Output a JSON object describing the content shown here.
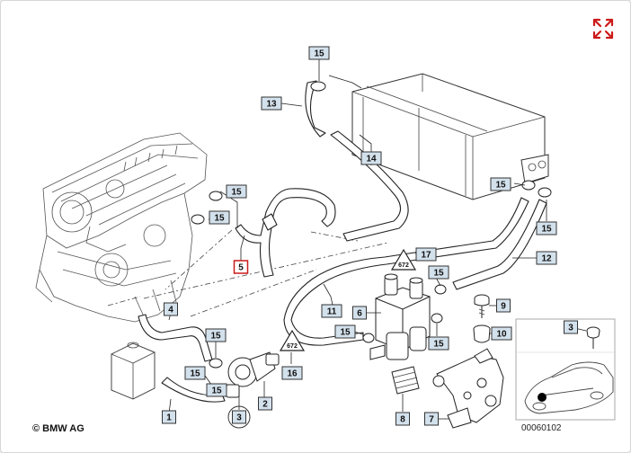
{
  "copyright": "© BMW AG",
  "image_number": "00060102",
  "expand_icon": "expand-icon",
  "accent_color": "#cc1a1a",
  "tag_color": "#d3e1ec",
  "callouts": [
    {
      "id": "c15a",
      "text": "15"
    },
    {
      "id": "c13",
      "text": "13"
    },
    {
      "id": "c14",
      "text": "14"
    },
    {
      "id": "c15b",
      "text": "15"
    },
    {
      "id": "c15c",
      "text": "15"
    },
    {
      "id": "c15d",
      "text": "15"
    },
    {
      "id": "c15e",
      "text": "15"
    },
    {
      "id": "c5",
      "text": "5",
      "selected": true
    },
    {
      "id": "c17",
      "text": "17"
    },
    {
      "id": "c12",
      "text": "12"
    },
    {
      "id": "c15f",
      "text": "15"
    },
    {
      "id": "c9",
      "text": "9"
    },
    {
      "id": "c4",
      "text": "4"
    },
    {
      "id": "c11",
      "text": "11"
    },
    {
      "id": "c6",
      "text": "6"
    },
    {
      "id": "c15g",
      "text": "15"
    },
    {
      "id": "c15h",
      "text": "15"
    },
    {
      "id": "c10",
      "text": "10"
    },
    {
      "id": "c3b",
      "text": "3"
    },
    {
      "id": "c15i",
      "text": "15"
    },
    {
      "id": "c16",
      "text": "16"
    },
    {
      "id": "c15j",
      "text": "15"
    },
    {
      "id": "c15k",
      "text": "15"
    },
    {
      "id": "c2",
      "text": "2"
    },
    {
      "id": "c3",
      "text": "3"
    },
    {
      "id": "c1",
      "text": "1"
    },
    {
      "id": "c8",
      "text": "8"
    },
    {
      "id": "c7",
      "text": "7"
    }
  ]
}
